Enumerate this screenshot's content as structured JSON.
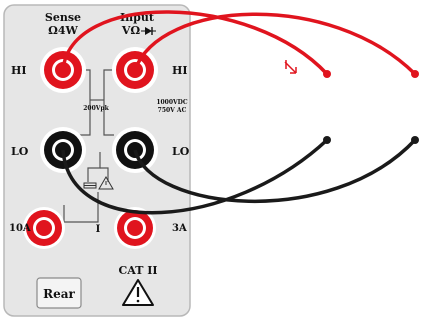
{
  "panel": {
    "sense_label": "Sense",
    "sense_sub": "Ω4W",
    "input_label": "Input",
    "input_sub": "VΩ",
    "hi_left": "HI",
    "hi_right": "HI",
    "lo_left": "LO",
    "lo_right": "LO",
    "a10_label": "10A",
    "a3_label": "3A",
    "i_label": "I",
    "v200_label": "200Vpk",
    "v1000_label": "1000VDC",
    "v750_label": "750V AC",
    "cat_label": "CAT II",
    "rear_button": "Rear"
  },
  "colors": {
    "panel_bg": "#e6e6e6",
    "panel_border": "#b8b8b8",
    "red_jack": "#e0141e",
    "black_jack": "#111111",
    "red_wire": "#e0141e",
    "black_wire": "#1a1a1a"
  },
  "icons": {
    "diode": "diode-icon",
    "fuse": "fuse-icon",
    "warning": "warning-triangle-icon",
    "probe_marker": "arrow-marker-icon"
  }
}
